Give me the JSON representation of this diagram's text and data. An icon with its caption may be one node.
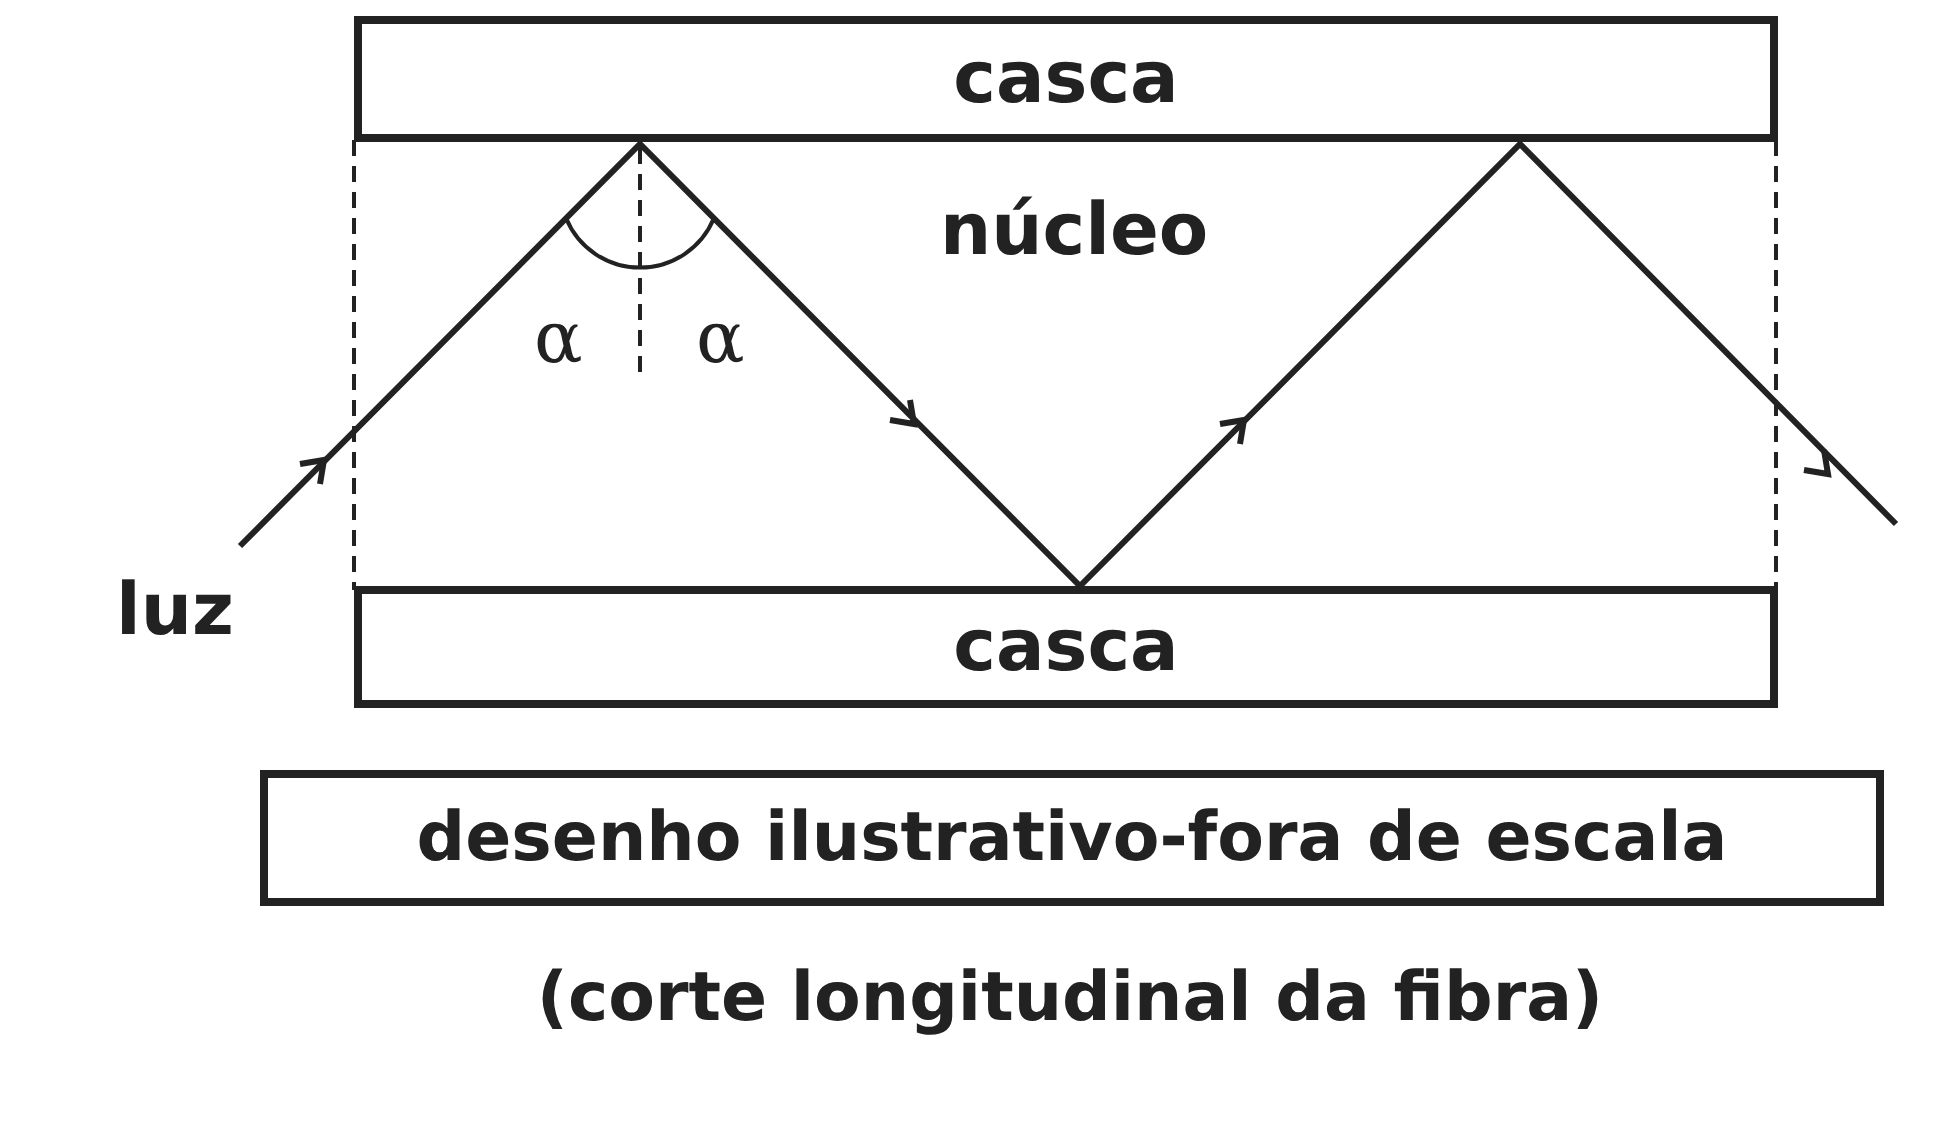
{
  "diagram": {
    "caption": "(corte longitudinal da fibra)",
    "nodes": [
      {
        "text": [
          "casca"
        ]
      },
      {
        "text": [
          "casca"
        ]
      },
      {
        "text": [
          "desenho ilustrativo-fora de escala"
        ]
      }
    ],
    "labels": [
      "núcleo",
      "α",
      "α",
      "luz"
    ]
  }
}
